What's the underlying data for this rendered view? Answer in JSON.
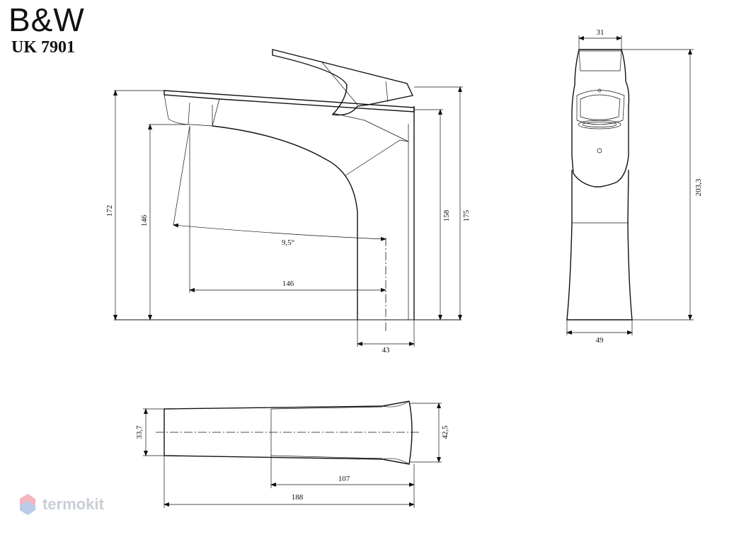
{
  "brand": {
    "logo_text": "B&W",
    "model": "UK 7901"
  },
  "watermark": {
    "text": "termokit"
  },
  "dimensions": {
    "front": {
      "total_height_left": "172",
      "spout_height": "146",
      "angle": "9,5°",
      "reach": "146",
      "body_width": "43",
      "body_height": "158",
      "total_height_right": "175"
    },
    "side": {
      "top_width": "31",
      "total_height": "203,3",
      "base_width": "49"
    },
    "top": {
      "spout_width": "33,7",
      "handle_width": "42,5",
      "handle_length": "107",
      "total_length": "188"
    }
  }
}
